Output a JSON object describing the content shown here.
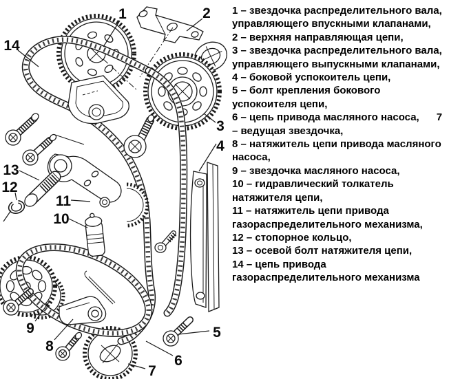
{
  "colors": {
    "ink": "#1a1a1a",
    "text": "#000000",
    "background": "#ffffff"
  },
  "diagram": {
    "callouts": {
      "n1": "1",
      "n2": "2",
      "n3": "3",
      "n4": "4",
      "n5": "5",
      "n6": "6",
      "n7": "7",
      "n8": "8",
      "n9": "9",
      "n10": "10",
      "n11": "11",
      "n12": "12",
      "n13": "13",
      "n14": "14"
    }
  },
  "legend": {
    "lines": [
      "1 – звездочка распределительного вала,",
      "управляющего впускными клапанами,",
      "2 – верхняя направляющая цепи,",
      "3 – звездочка распределительного вала,",
      "управляющего выпускными клапанами,",
      "4 – боковой успокоитель цепи,",
      "5 – болт крепления бокового",
      "успокоителя цепи,",
      "6 – цепь привода масляного насоса,      7",
      "– ведущая звездочка,",
      "8 – натяжитель цепи привода масляного",
      "насоса,",
      "9 – звездочка масляного насоса,",
      "10 – гидравлический толкатель",
      "натяжителя цепи,",
      "11 – натяжитель цепи привода",
      "газораспределительного механизма,",
      "12 – стопорное кольцо,",
      "13 – осевой болт натяжителя цепи,",
      "14 – цепь привода",
      "газораспределительного механизма"
    ]
  }
}
